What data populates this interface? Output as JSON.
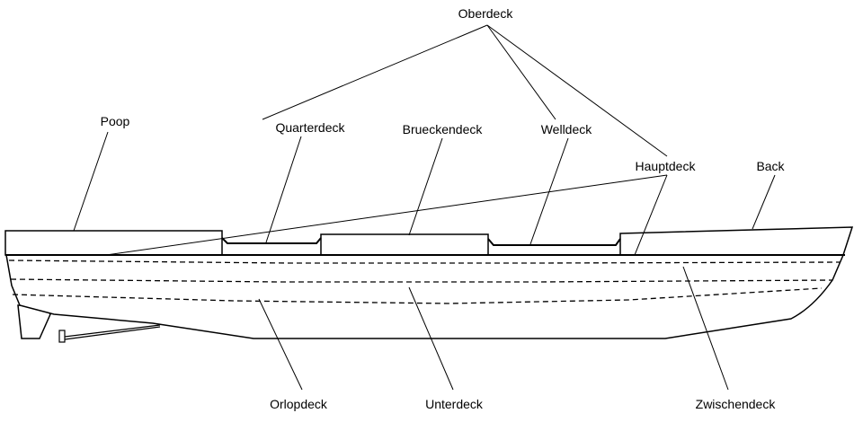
{
  "diagram": {
    "labels": {
      "oberdeck": "Oberdeck",
      "poop": "Poop",
      "quarterdeck": "Quarterdeck",
      "brueckendeck": "Brueckendeck",
      "welldeck": "Welldeck",
      "hauptdeck": "Hauptdeck",
      "back": "Back",
      "orlopdeck": "Orlopdeck",
      "unterdeck": "Unterdeck",
      "zwischendeck": "Zwischendeck"
    },
    "colors": {
      "line": "#000000",
      "background": "#ffffff"
    }
  }
}
